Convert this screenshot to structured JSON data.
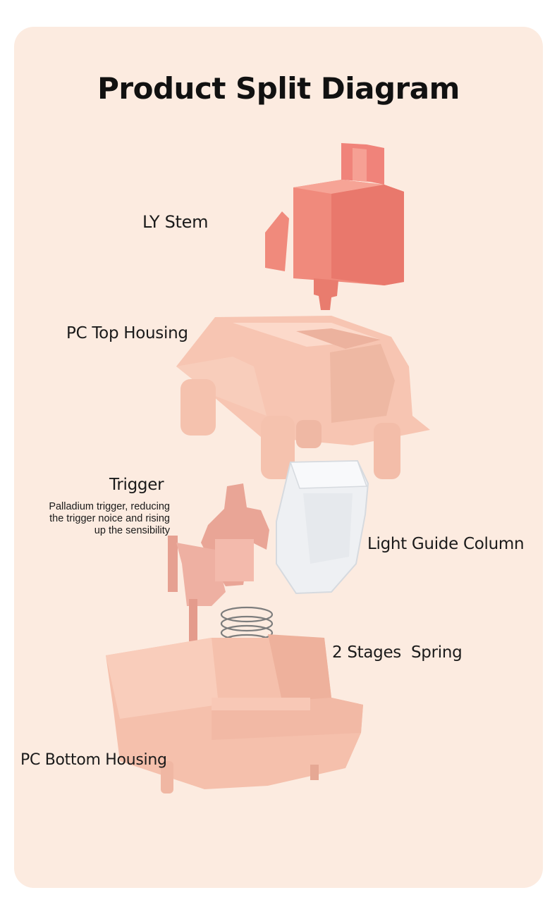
{
  "title": "Product Split Diagram",
  "parts": {
    "stem": "LY Stem",
    "top_housing": "PC Top Housing",
    "trigger": "Trigger",
    "trigger_desc": [
      "Palladium trigger, reducing",
      "the trigger noice and rising",
      "up the sensibility"
    ],
    "light_guide": "Light Guide Column",
    "spring": "2 Stages  Spring",
    "bottom_housing": "PC Bottom Housing"
  },
  "colors": {
    "background": "#fcebe0",
    "stem": "#ef8676",
    "housing": "#f7c4b0",
    "trigger": "#e8a394",
    "spring": "#8a8a8a",
    "light_guide": "#eef0f2"
  }
}
